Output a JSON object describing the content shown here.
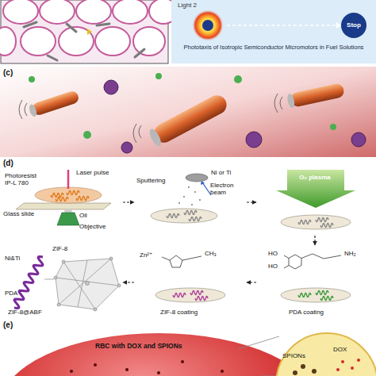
{
  "diagram": {
    "nodes": [
      {
        "text": [
          "Photoresist IP-L 780",
          "Laser pulse",
          "Glass slide",
          "Oil",
          "Objective"
        ]
      },
      {
        "text": [
          "Ni or Ti",
          "Electron beam",
          "Sputtering"
        ]
      },
      {
        "text": [
          "O₂ plasma"
        ]
      },
      {
        "text": [
          "HO",
          "HO",
          "NH₂",
          "PDA coating"
        ]
      },
      {
        "text": [
          "Zn²⁺",
          "CH₃",
          "ZIF-8 coating"
        ]
      },
      {
        "text": [
          "Ni&Ti",
          "PDA",
          "ZIF-8",
          "ZIF-8@ABF"
        ]
      }
    ],
    "edges": [
      {
        "from": 0,
        "to": 1,
        "arrow": "to"
      },
      {
        "from": 1,
        "to": 2,
        "arrow": "to"
      },
      {
        "from": 2,
        "to": 3,
        "arrow": "to"
      },
      {
        "from": 3,
        "to": 4,
        "arrow": "to"
      },
      {
        "from": 4,
        "to": 5,
        "arrow": "to"
      }
    ],
    "labels": [
      "Light 2",
      "Phototaxis of Isotropic Semiconductor Micromotors in Fuel Solutions",
      "Stop",
      "(c)",
      "(d)",
      "(e)",
      "RBC with DOX and SPIONs",
      "SPIONs",
      "DOX"
    ]
  }
}
